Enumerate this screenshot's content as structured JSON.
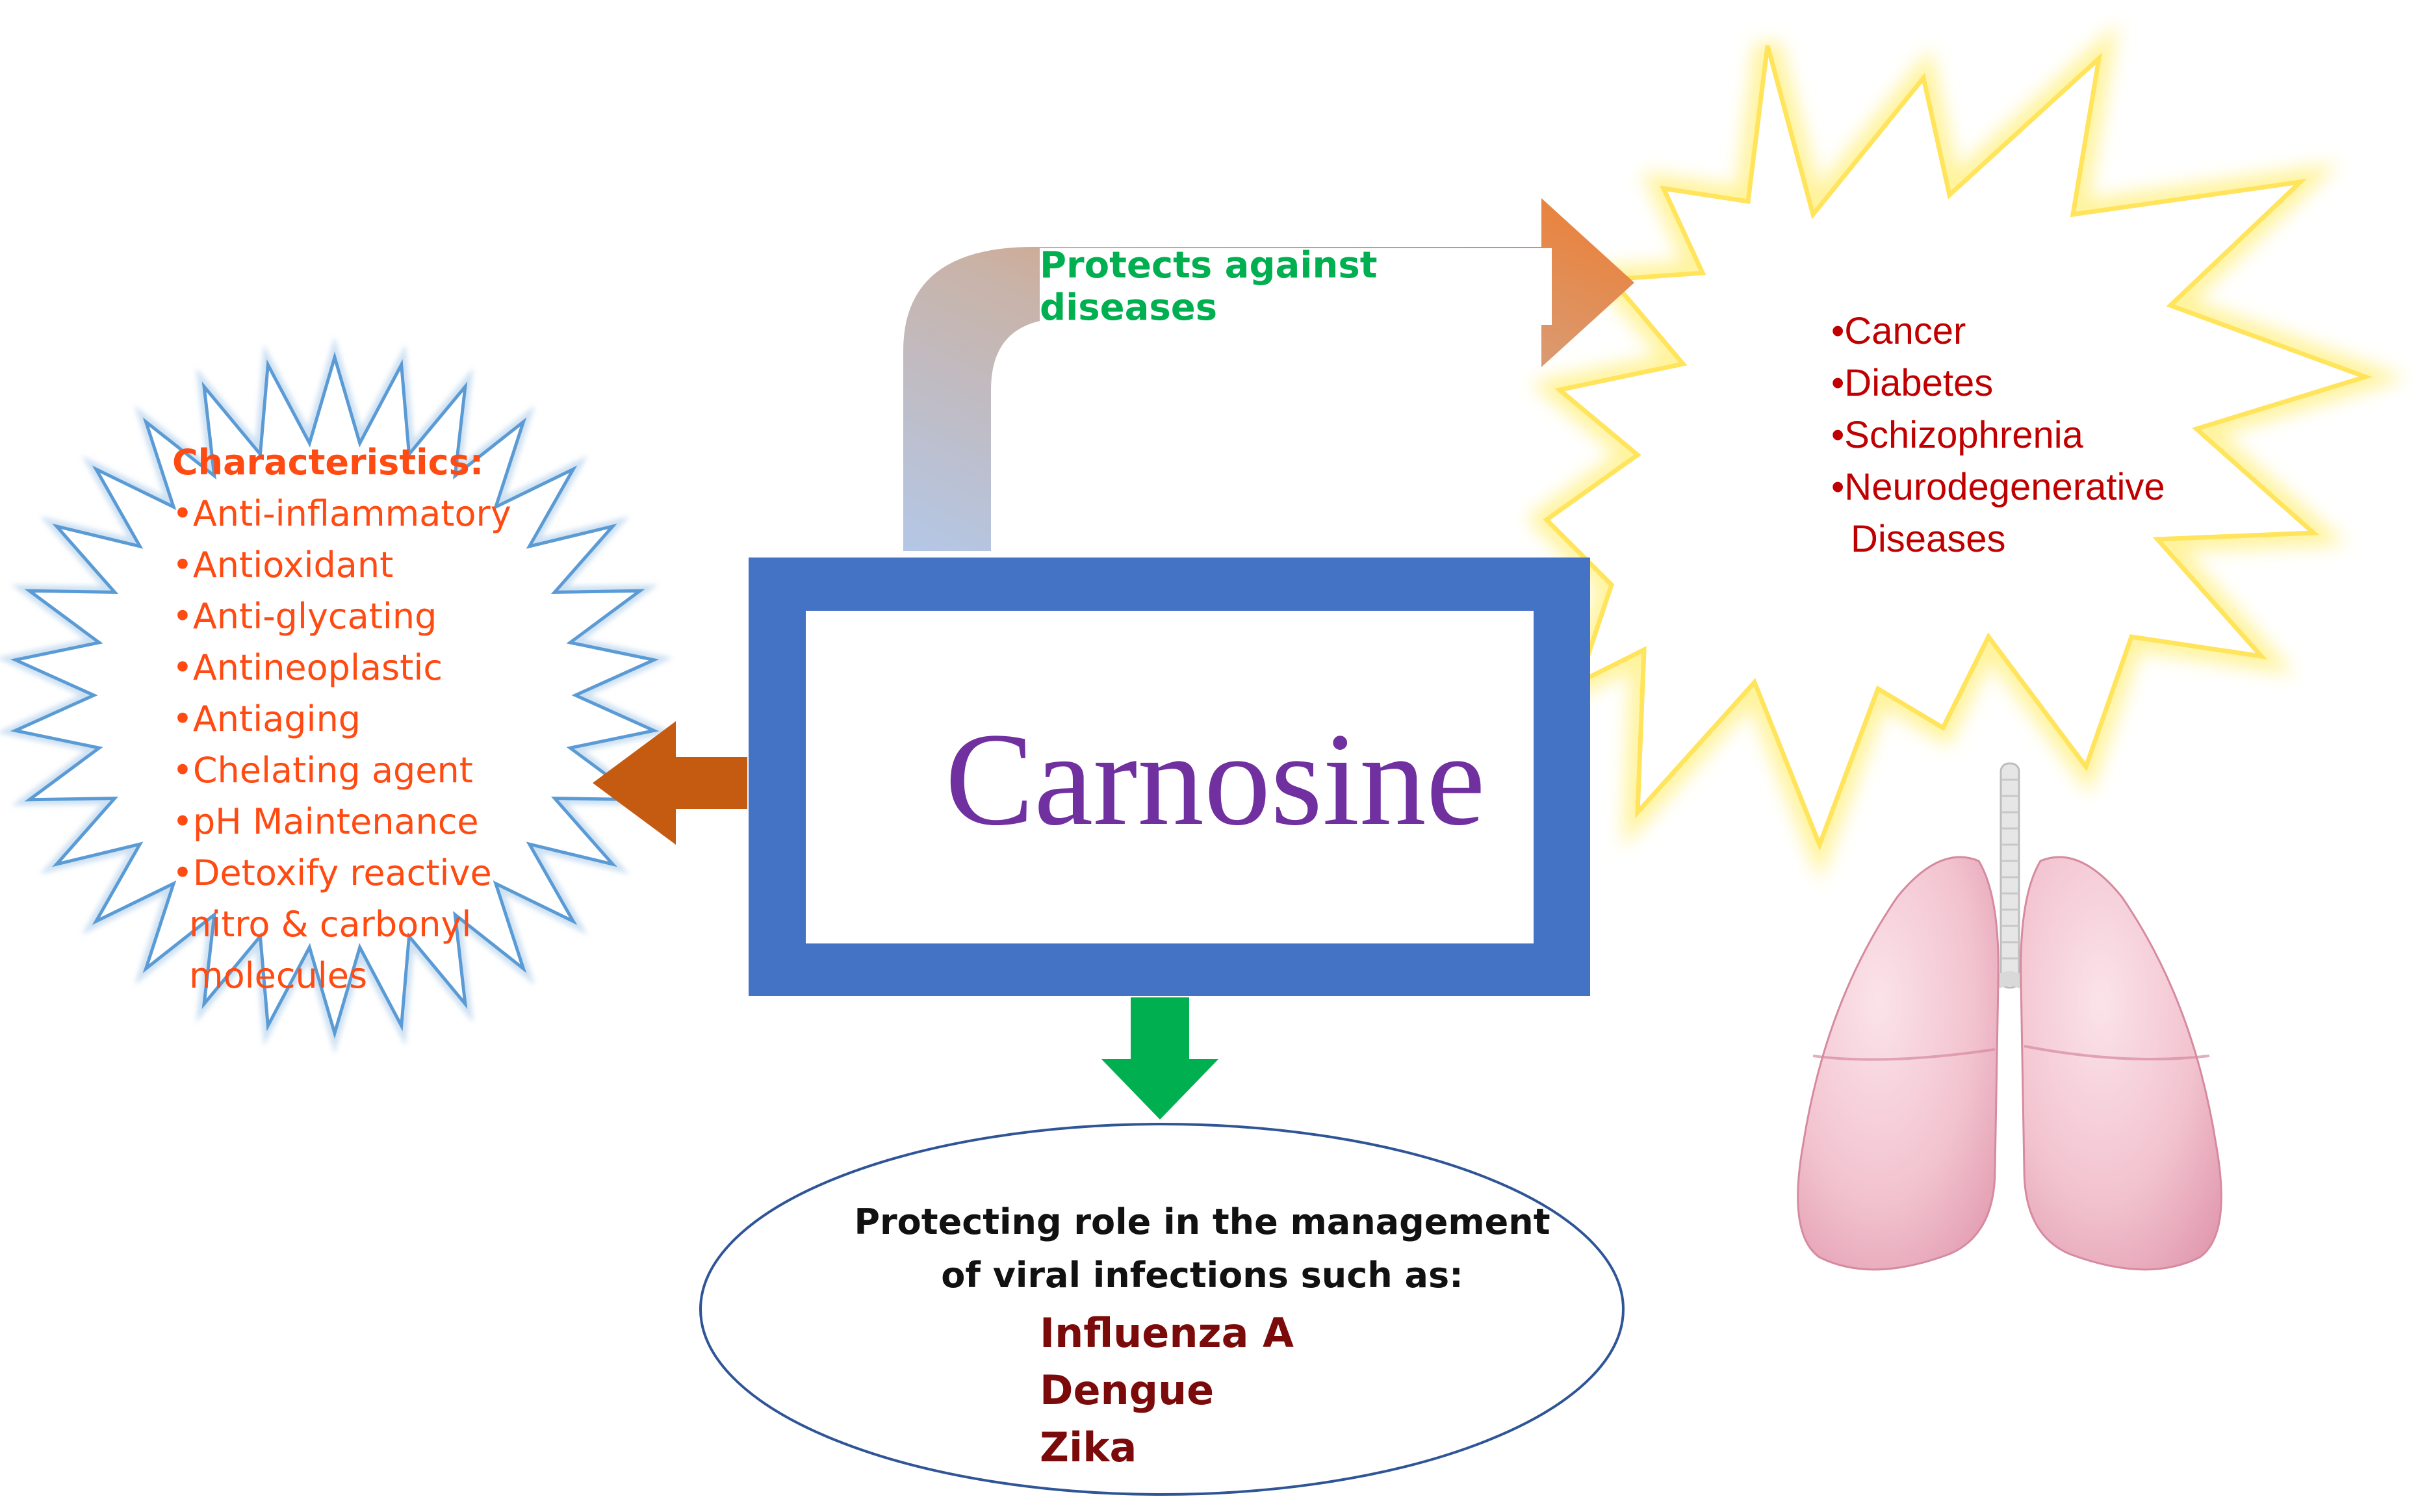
{
  "characteristics": {
    "heading": "Characteristics:",
    "items": [
      "•Anti-inflammatory",
      "•Antioxidant",
      "•Anti-glycating",
      "•Antineoplastic",
      "•Antiaging",
      "•Chelating agent",
      "•pH Maintenance",
      "•Detoxify reactive",
      " nitro & carbonyl",
      " molecules"
    ]
  },
  "center": {
    "title": "Carnosine"
  },
  "arrow_label": "Protects against diseases",
  "diseases": {
    "items": [
      "•Cancer",
      "•Diabetes",
      "•Schizophrenia",
      "•Neurodegenerative",
      "  Diseases"
    ]
  },
  "viral": {
    "line1": "Protecting role in the management",
    "line2": "of viral infections such as:",
    "items": [
      "Influenza A",
      "Dengue",
      "Zika"
    ]
  },
  "colors": {
    "box_border": "#4472c4",
    "title": "#7030a0",
    "characteristics_text": "#ff4a12",
    "disease_text": "#c00000",
    "arrow_label": "#00b050",
    "virus_text": "#7b0a0a",
    "left_arrow": "#c55a11",
    "down_arrow": "#00b050"
  },
  "icons": [
    "starburst-blue",
    "starburst-yellow-glow",
    "lungs-illustration"
  ]
}
